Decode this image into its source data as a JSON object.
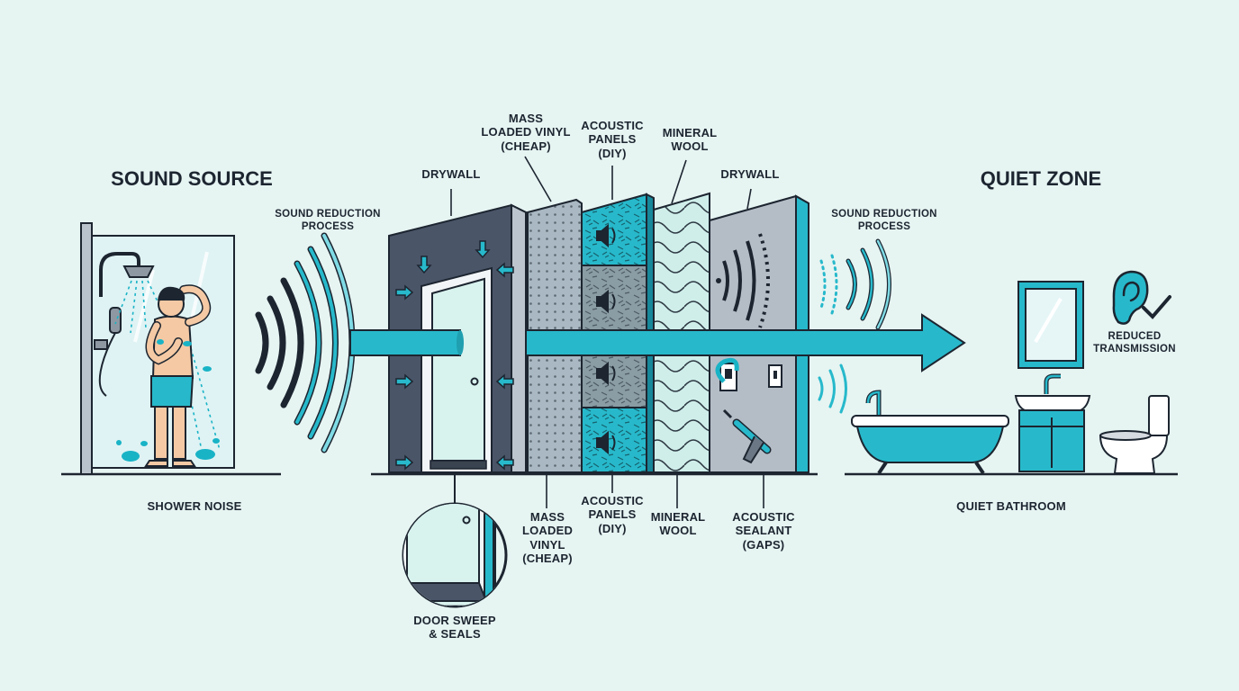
{
  "source": {
    "heading": "SOUND SOURCE",
    "caption": "SHOWER NOISE",
    "process_label": "SOUND REDUCTION\nPROCESS"
  },
  "wall": {
    "top_labels": {
      "drywall_front": "DRYWALL",
      "mass_loaded_vinyl": "MASS\nLOADED VINYL\n(CHEAP)",
      "acoustic_panels": "ACOUSTIC\nPANELS\n(DIY)",
      "mineral_wool": "MINERAL\nWOOL",
      "drywall_back": "DRYWALL"
    },
    "bottom_labels": {
      "door_sweep": "DOOR SWEEP\n& SEALS",
      "mass_loaded_vinyl": "MASS\nLOADED\nVINYL\n(CHEAP)",
      "acoustic_panels": "ACOUSTIC\nPANELS\n(DIY)",
      "mineral_wool": "MINERAL\nWOOL",
      "acoustic_sealant": "ACOUSTIC\nSEALANT\n(GAPS)"
    }
  },
  "quiet": {
    "heading": "QUIET ZONE",
    "caption": "QUIET BATHROOM",
    "process_label": "SOUND REDUCTION\nPROCESS",
    "badge": "REDUCED\nTRANSMISSION"
  },
  "colors": {
    "background": "#e6f4f2",
    "teal": "#19b3c6",
    "dark_slate": "#4a5568",
    "outline": "#1c2530"
  }
}
